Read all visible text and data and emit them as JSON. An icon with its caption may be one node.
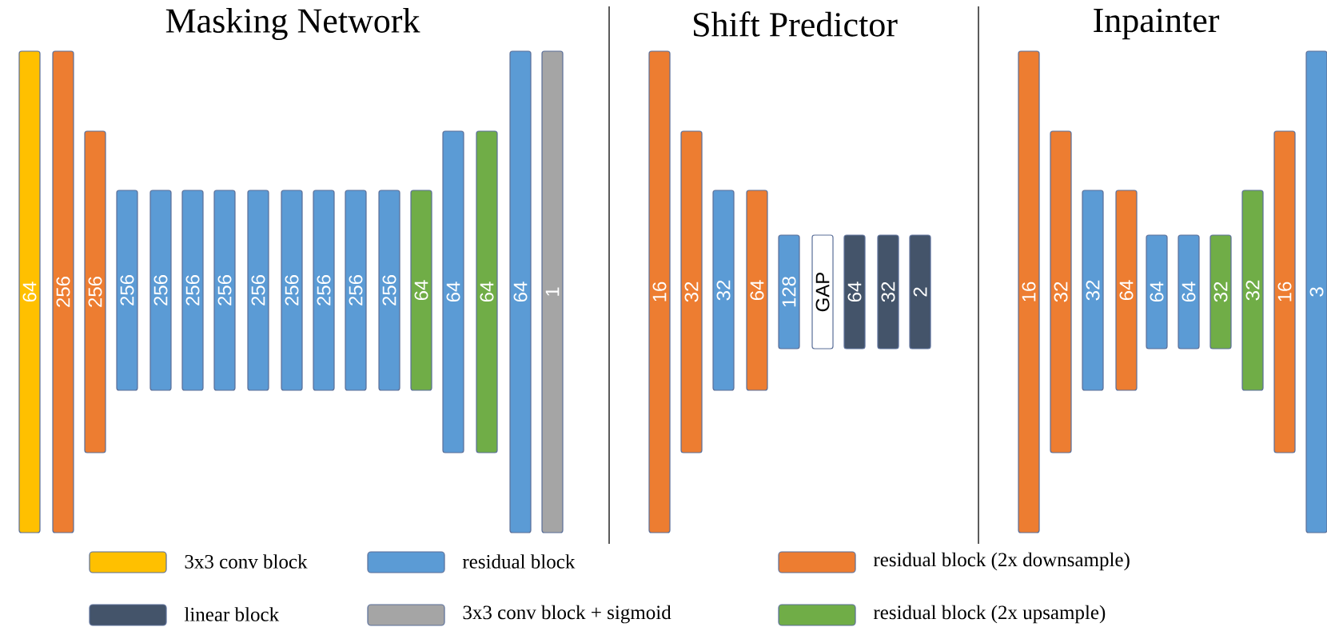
{
  "diagram": {
    "nodes": [
      {
        "text": [
          "64"
        ]
      },
      {
        "text": [
          "256"
        ]
      },
      {
        "text": [
          "256"
        ]
      },
      {
        "text": [
          "256"
        ]
      },
      {
        "text": [
          "256"
        ]
      },
      {
        "text": [
          "256"
        ]
      },
      {
        "text": [
          "256"
        ]
      },
      {
        "text": [
          "256"
        ]
      },
      {
        "text": [
          "256"
        ]
      },
      {
        "text": [
          "256"
        ]
      },
      {
        "text": [
          "256"
        ]
      },
      {
        "text": [
          "256"
        ]
      },
      {
        "text": [
          "64"
        ]
      },
      {
        "text": [
          "64"
        ]
      },
      {
        "text": [
          "64"
        ]
      },
      {
        "text": [
          "64"
        ]
      },
      {
        "text": [
          "1"
        ]
      },
      {
        "text": [
          "16"
        ]
      },
      {
        "text": [
          "32"
        ]
      },
      {
        "text": [
          "32"
        ]
      },
      {
        "text": [
          "64"
        ]
      },
      {
        "text": [
          "128"
        ]
      },
      {
        "text": [
          "GAP"
        ]
      },
      {
        "text": [
          "64"
        ]
      },
      {
        "text": [
          "32"
        ]
      },
      {
        "text": [
          "2"
        ]
      },
      {
        "text": [
          "16"
        ]
      },
      {
        "text": [
          "32"
        ]
      },
      {
        "text": [
          "32"
        ]
      },
      {
        "text": [
          "64"
        ]
      },
      {
        "text": [
          "64"
        ]
      },
      {
        "text": [
          "64"
        ]
      },
      {
        "text": [
          "32"
        ]
      },
      {
        "text": [
          "32"
        ]
      },
      {
        "text": [
          "16"
        ]
      },
      {
        "text": [
          "3"
        ]
      }
    ],
    "edges": [],
    "labels": [
      "Masking Network",
      "Shift Predictor",
      "Inpainter"
    ],
    "legend": [
      {
        "text": "3x3 conv block",
        "color": "#ffc000"
      },
      {
        "text": "residual block",
        "color": "#5b9bd5"
      },
      {
        "text": "residual block (2x downsample)",
        "color": "#ed7d31"
      },
      {
        "text": "linear block",
        "color": "#44546a"
      },
      {
        "text": "3x3 conv block + sigmoid",
        "color": "#a5a5a5"
      },
      {
        "text": "residual block (2x upsample)",
        "color": "#70ad47"
      }
    ]
  }
}
